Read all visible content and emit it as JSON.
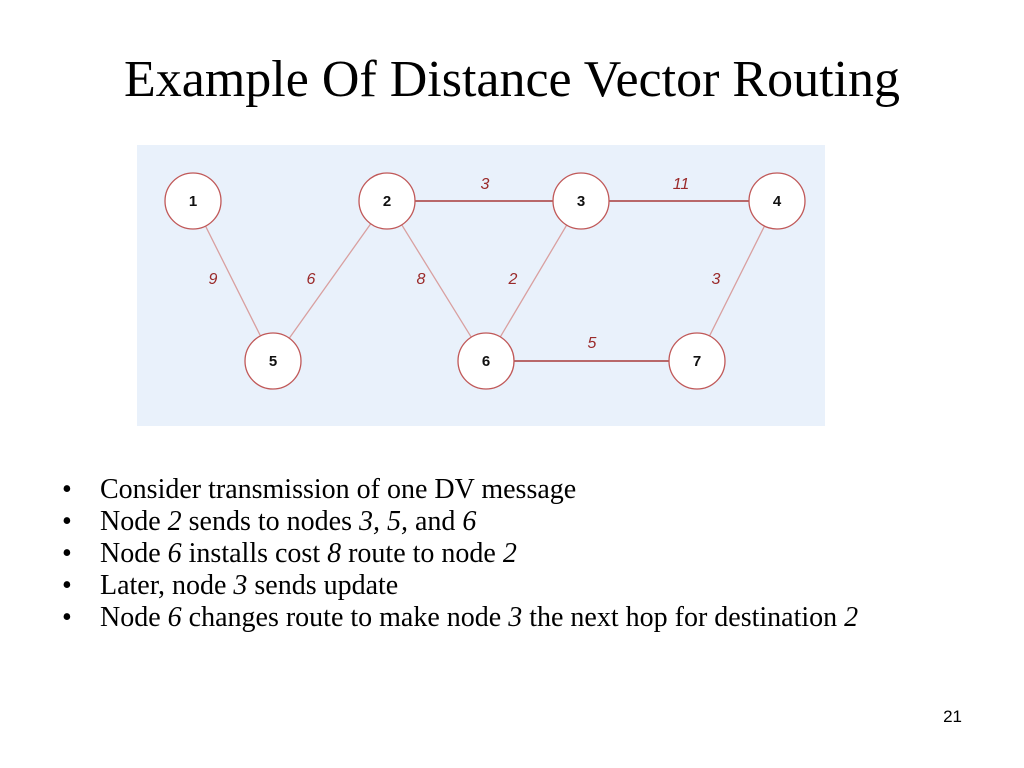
{
  "slide": {
    "title": "Example Of Distance Vector Routing",
    "page_number": "21"
  },
  "diagram": {
    "nodes": [
      {
        "id": "1",
        "label": "1"
      },
      {
        "id": "2",
        "label": "2"
      },
      {
        "id": "3",
        "label": "3"
      },
      {
        "id": "4",
        "label": "4"
      },
      {
        "id": "5",
        "label": "5"
      },
      {
        "id": "6",
        "label": "6"
      },
      {
        "id": "7",
        "label": "7"
      }
    ],
    "edges": [
      {
        "from": "1",
        "to": "5",
        "weight": "9"
      },
      {
        "from": "5",
        "to": "2",
        "weight": "6"
      },
      {
        "from": "2",
        "to": "6",
        "weight": "8"
      },
      {
        "from": "6",
        "to": "3",
        "weight": "2"
      },
      {
        "from": "2",
        "to": "3",
        "weight": "3"
      },
      {
        "from": "3",
        "to": "4",
        "weight": "11"
      },
      {
        "from": "4",
        "to": "7",
        "weight": "3"
      },
      {
        "from": "6",
        "to": "7",
        "weight": "5"
      }
    ],
    "colors": {
      "panel_background": "#e9f1fb",
      "node_stroke": "#c05858",
      "edge_light": "#d9a0a0",
      "edge_dark": "#a83a3a",
      "weight_text": "#9a2a2a"
    }
  },
  "bullets": [
    {
      "segments": [
        {
          "text": "Consider transmission of one DV message",
          "italic": false
        }
      ]
    },
    {
      "segments": [
        {
          "text": "Node ",
          "italic": false
        },
        {
          "text": "2",
          "italic": true
        },
        {
          "text": " sends to nodes ",
          "italic": false
        },
        {
          "text": "3, 5,",
          "italic": true
        },
        {
          "text": " and ",
          "italic": false
        },
        {
          "text": "6",
          "italic": true
        }
      ]
    },
    {
      "segments": [
        {
          "text": "Node ",
          "italic": false
        },
        {
          "text": "6",
          "italic": true
        },
        {
          "text": " installs cost ",
          "italic": false
        },
        {
          "text": "8",
          "italic": true
        },
        {
          "text": " route to node ",
          "italic": false
        },
        {
          "text": "2",
          "italic": true
        }
      ]
    },
    {
      "segments": [
        {
          "text": "Later, node ",
          "italic": false
        },
        {
          "text": "3",
          "italic": true
        },
        {
          "text": " sends update",
          "italic": false
        }
      ]
    },
    {
      "segments": [
        {
          "text": "Node ",
          "italic": false
        },
        {
          "text": "6",
          "italic": true
        },
        {
          "text": " changes route to make node ",
          "italic": false
        },
        {
          "text": "3",
          "italic": true
        },
        {
          "text": " the next hop for destination ",
          "italic": false
        },
        {
          "text": "2",
          "italic": true
        }
      ]
    }
  ]
}
